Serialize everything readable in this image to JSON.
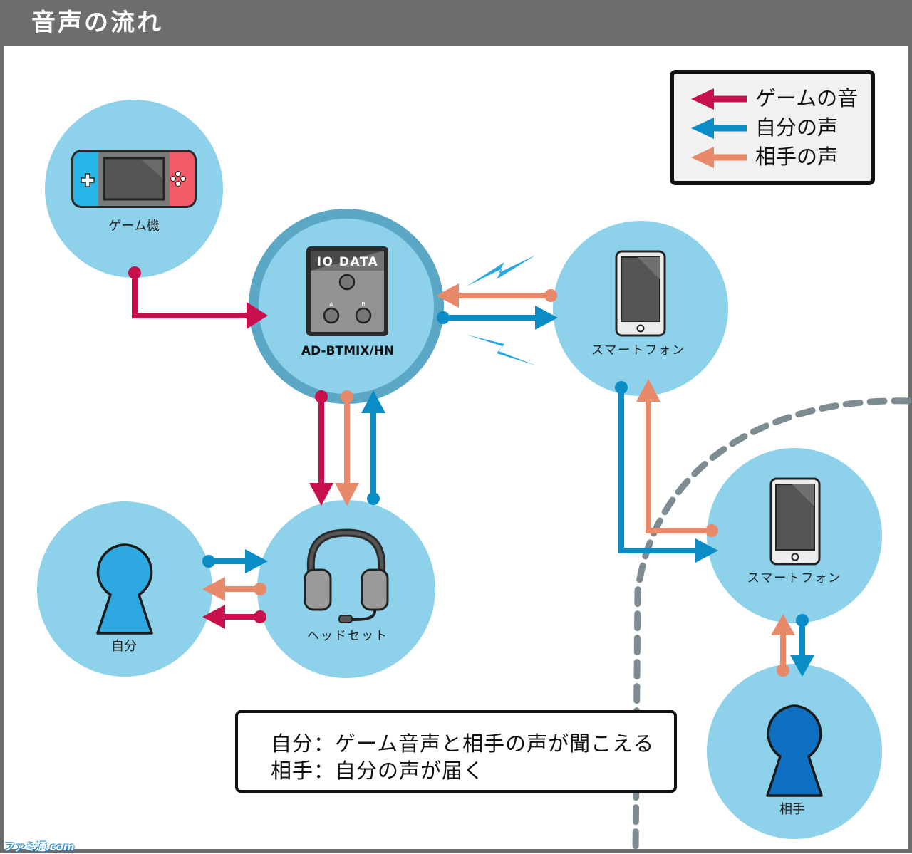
{
  "title": "音声の流れ",
  "colors": {
    "game_audio": "#c8104d",
    "own_voice": "#0a8cc6",
    "partner_voice": "#e8896a",
    "node_fill": "#8dd1ea",
    "hub_ring": "#5aa8c6",
    "dashed_line": "#7d8b93"
  },
  "legend": {
    "items": [
      {
        "label": "ゲームの音",
        "color": "#c8104d"
      },
      {
        "label": "自分の声",
        "color": "#0a8cc6"
      },
      {
        "label": "相手の声",
        "color": "#e8896a"
      }
    ]
  },
  "nodes": {
    "game": {
      "label": "ゲーム機",
      "icon": "handheld-console-icon"
    },
    "mixer": {
      "label": "AD-BTMIX/HN",
      "brand": "IO DATA",
      "port_a": "A",
      "port_b": "B",
      "icon": "mixer-device-icon"
    },
    "phone1": {
      "label": "スマートフォン",
      "icon": "smartphone-icon"
    },
    "phone2": {
      "label": "スマートフォン",
      "icon": "smartphone-icon"
    },
    "headset": {
      "label": "ヘッドセット",
      "icon": "headset-icon"
    },
    "self": {
      "label": "自分",
      "icon": "person-icon"
    },
    "partner": {
      "label": "相手",
      "icon": "person-icon"
    }
  },
  "note": {
    "line1": "自分：ゲーム音声と相手の声が聞こえる",
    "line2": "相手：自分の声が届く"
  },
  "watermark": "ファミ通.com"
}
